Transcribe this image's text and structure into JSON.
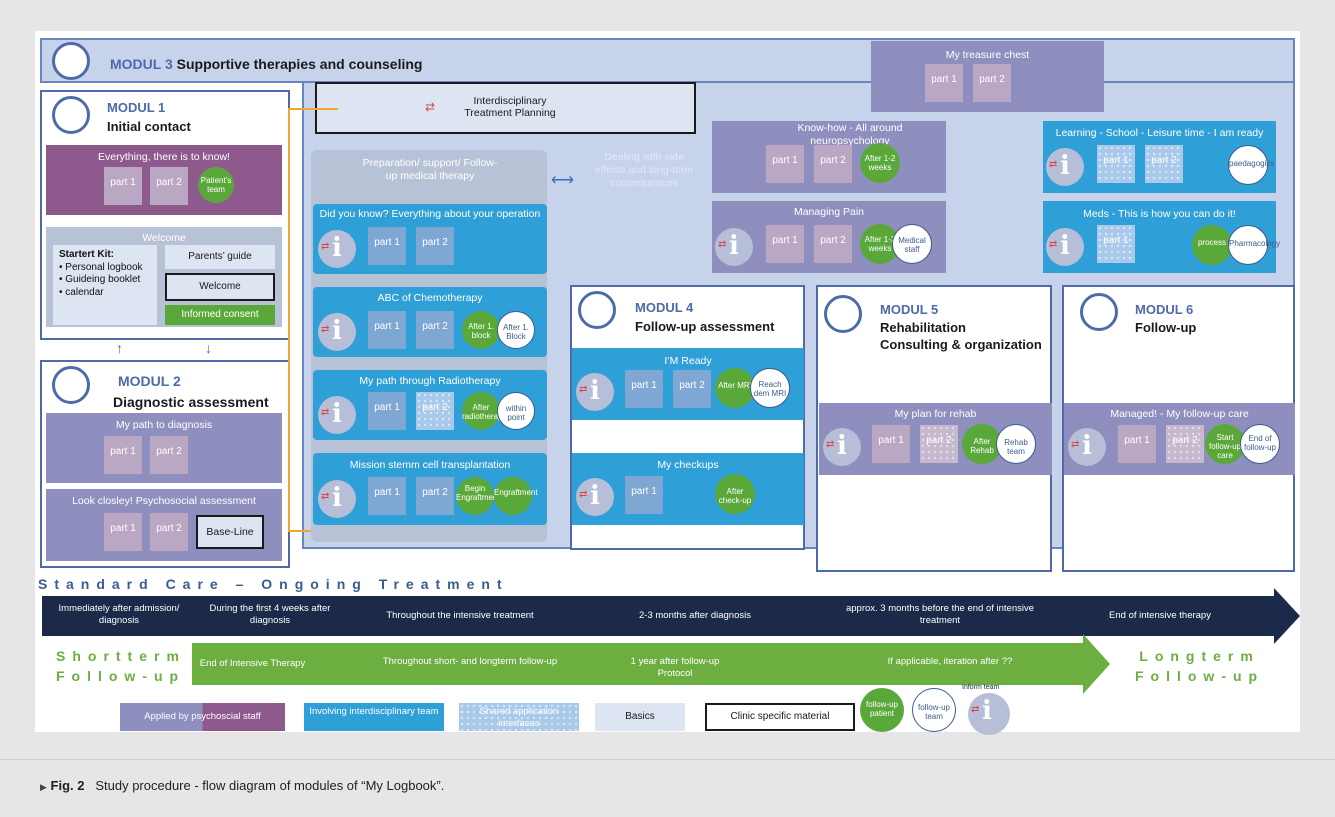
{
  "colors": {
    "purple": "#8e5a8e",
    "blue": "#2f9fd8",
    "lavender": "#8f8fbf",
    "navy": "#1b2a48",
    "green": "#6cae3f",
    "modulblue": "#4e6aa8"
  },
  "modul3": {
    "label": "MODUL 3",
    "title": "Supportive therapies and counseling"
  },
  "interdisciplinary": "Interdisciplinary Treatment Planning",
  "treasure": {
    "title": "My treasure chest",
    "part1": "part 1",
    "part2": "part 2"
  },
  "modul1": {
    "label": "MODUL 1",
    "title": "Initial contact",
    "everything": "Everything, there is to know!",
    "part1": "part 1",
    "part2": "part 2",
    "welcome_head": "Welcome",
    "starter_title": "Startert Kit:",
    "starter_items": [
      "• Personal logbook",
      "• Guideing booklet",
      "• calendar"
    ],
    "parents_guide": "Parents’ guide",
    "welcome": "Welcome",
    "informed": "Informed consent",
    "badge": "Patient's team"
  },
  "modul2": {
    "label": "MODUL 2",
    "title": "Diagnostic assessment",
    "path": "My path to diagnosis",
    "part1": "part 1",
    "part2": "part 2",
    "psycho": "Look closley! Psychosocial assessment",
    "baseline": "Base-Line"
  },
  "prep": {
    "title": "Preparation/ support/ Follow-up medical therapy",
    "dealing": "Dealing with side effects and long-term consequences"
  },
  "cards": {
    "operation": "Did you know? Everything about your operation",
    "chemo": "ABC of Chemotherapy",
    "chemo_g": "After 1. block",
    "chemo_w": "After 1. Block",
    "radio": "My path through Radiotherapy",
    "radio_g": "After radiotherapy",
    "radio_w": "within point",
    "stem": "Mission stemm cell transplantation",
    "stem_g": "Begin Engraftment",
    "stem_w": "Engraftment",
    "part1": "part 1",
    "part2": "part 2"
  },
  "knowhow": {
    "title": "Know-how - All around neuropsychology",
    "g": "After 1-2 weeks"
  },
  "pain": {
    "title": "Managing Pain",
    "g": "After 1-2 weeks",
    "w": "Medical staff"
  },
  "learning": {
    "title": "Learning - School - Leisure time - I am ready",
    "w": "paedagogics"
  },
  "meds": {
    "title": "Meds - This is how you can do it!",
    "g": "process",
    "w": "Pharmacology"
  },
  "modul4": {
    "label": "MODUL 4",
    "title": "Follow-up assessment",
    "ready": "I’M Ready",
    "ready_g": "After MRI",
    "ready_w": "Reach dem MRI",
    "checkups": "My checkups",
    "check_g": "After check-up",
    "part1": "part 1",
    "part2": "part 2"
  },
  "modul5": {
    "label": "MODUL 5",
    "title1": "Rehabilitation",
    "title2": "Consulting & organization",
    "plan": "My plan for rehab",
    "g": "After Rehab",
    "w": "Rehab team"
  },
  "modul6": {
    "label": "MODUL 6",
    "title": "Follow-up",
    "managed": "Managed! - My follow-up care",
    "g": "Start follow-up care",
    "w": "End of follow-up"
  },
  "standard_care": "Standard Care – Ongoing Treatment",
  "timeline_top": [
    "Immediately after admission/ diagnosis",
    "During the first 4 weeks after diagnosis",
    "Throughout the intensive treatment",
    "2-3 months after diagnosis",
    "approx. 3 months before the end of intensive treatment",
    "End of intensive therapy"
  ],
  "shortterm": [
    "Shortterm",
    "Follow-up"
  ],
  "timeline_bottom": [
    "End of Intensive Therapy",
    "Throughout short- and longterm follow-up",
    "1 year after follow-up Protocol",
    "If applicable, iteration after ??"
  ],
  "longterm": [
    "Longterm",
    "Follow-up"
  ],
  "legend": {
    "psycho": "Applied by psychoscial staff",
    "interdisc": "Involving interdisciplinary team",
    "shared": "Shared application interfaces",
    "basics": "Basics",
    "clinic": "Clinic specific material",
    "follow_patient": "follow-up patient",
    "follow_team": "follow-up team",
    "inform": "Inform team"
  },
  "caption": {
    "label": "Fig. 2",
    "text": "Study procedure - flow diagram of modules of “My Logbook”."
  }
}
